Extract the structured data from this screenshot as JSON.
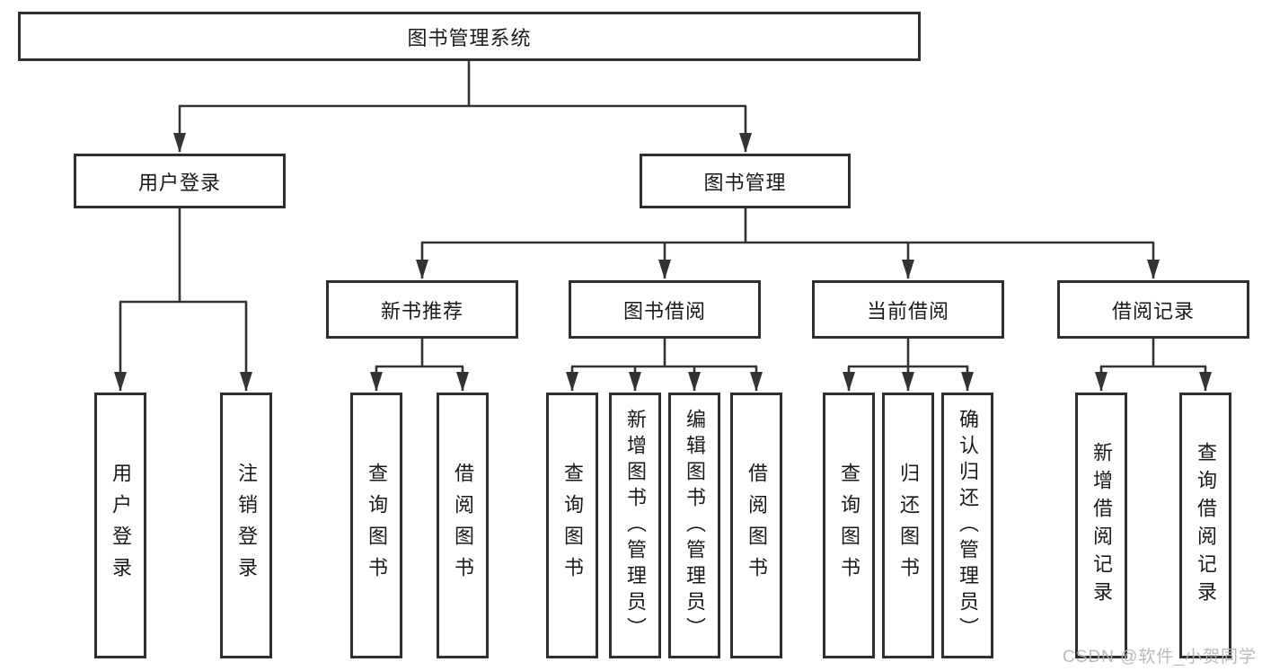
{
  "diagram_type": "hierarchy-tree",
  "hierarchy": {
    "root": "图书管理系统",
    "children": [
      {
        "label": "用户登录",
        "children": [
          "用户登录",
          "注销登录"
        ]
      },
      {
        "label": "图书管理",
        "children": [
          {
            "label": "新书推荐",
            "children": [
              "查询图书",
              "借阅图书"
            ]
          },
          {
            "label": "图书借阅",
            "children": [
              "查询图书",
              "新增图书（管理员）",
              "编辑图书（管理员）",
              "借阅图书"
            ]
          },
          {
            "label": "当前借阅",
            "children": [
              "查询图书",
              "归还图书",
              "确认归还（管理员）"
            ]
          },
          {
            "label": "借阅记录",
            "children": [
              "新增借阅记录",
              "查询借阅记录"
            ]
          }
        ]
      }
    ]
  },
  "watermark": {
    "text": "CSDN @软件_小贺同学"
  },
  "colors": {
    "line": "#333333",
    "box_border": "#2f2f2f",
    "text": "#1a1a1a",
    "watermark": "#b4b4b4",
    "background": "#ffffff"
  }
}
